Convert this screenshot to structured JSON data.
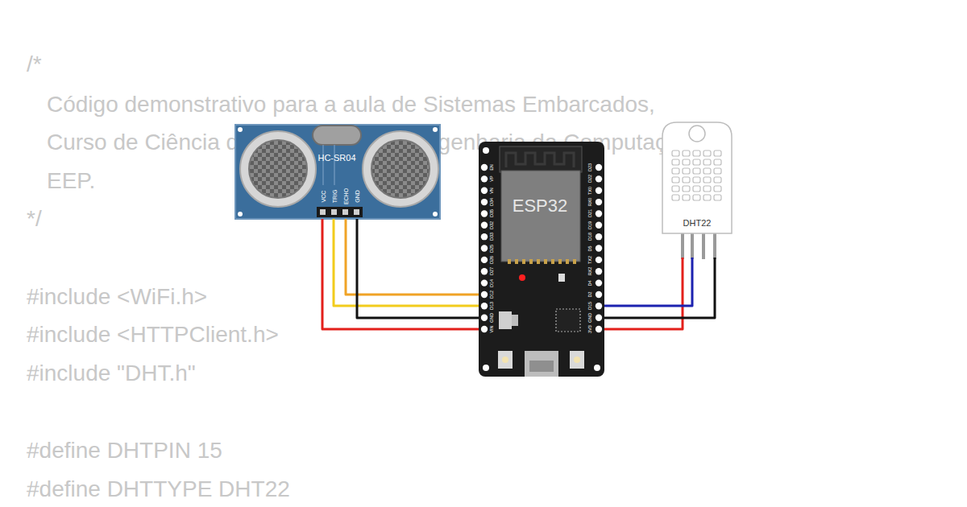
{
  "diagram": {
    "nodes": [
      {
        "text": [
          "HC-SR04"
        ]
      },
      {
        "text": [
          "ESP32"
        ]
      },
      {
        "text": [
          "DHT22"
        ]
      }
    ],
    "edges": [
      {
        "from": 0,
        "to": 1,
        "arrow": "none"
      },
      {
        "from": 0,
        "to": 1,
        "arrow": "none"
      },
      {
        "from": 0,
        "to": 1,
        "arrow": "none"
      },
      {
        "from": 0,
        "to": 1,
        "arrow": "none"
      },
      {
        "from": 2,
        "to": 1,
        "arrow": "none"
      },
      {
        "from": 2,
        "to": 1,
        "arrow": "none"
      },
      {
        "from": 2,
        "to": 1,
        "arrow": "none"
      }
    ],
    "labels": [
      "/*",
      "Código demonstrativo para a aula de Sistemas Embarcados,",
      "Curso de Ciência da Computação e Engenharia da Computação",
      "EEP.",
      "*/",
      "#include <WiFi.h>",
      "#include <HTTPClient.h>",
      "#include \"DHT.h\"",
      "#define DHTPIN 15",
      "#define DHTTYPE DHT22",
      "VCC",
      "TRIG",
      "ECHO",
      "GND",
      "EN",
      "VP",
      "VN",
      "D34",
      "D35",
      "D32",
      "D33",
      "D25",
      "D26",
      "D27",
      "D14",
      "D12",
      "D13",
      "GND",
      "VIN",
      "D23",
      "D22",
      "TX0",
      "RX0",
      "D21",
      "D19",
      "D18",
      "D5",
      "TX2",
      "RX2",
      "D4",
      "D2",
      "D15",
      "GND",
      "3V3"
    ]
  }
}
